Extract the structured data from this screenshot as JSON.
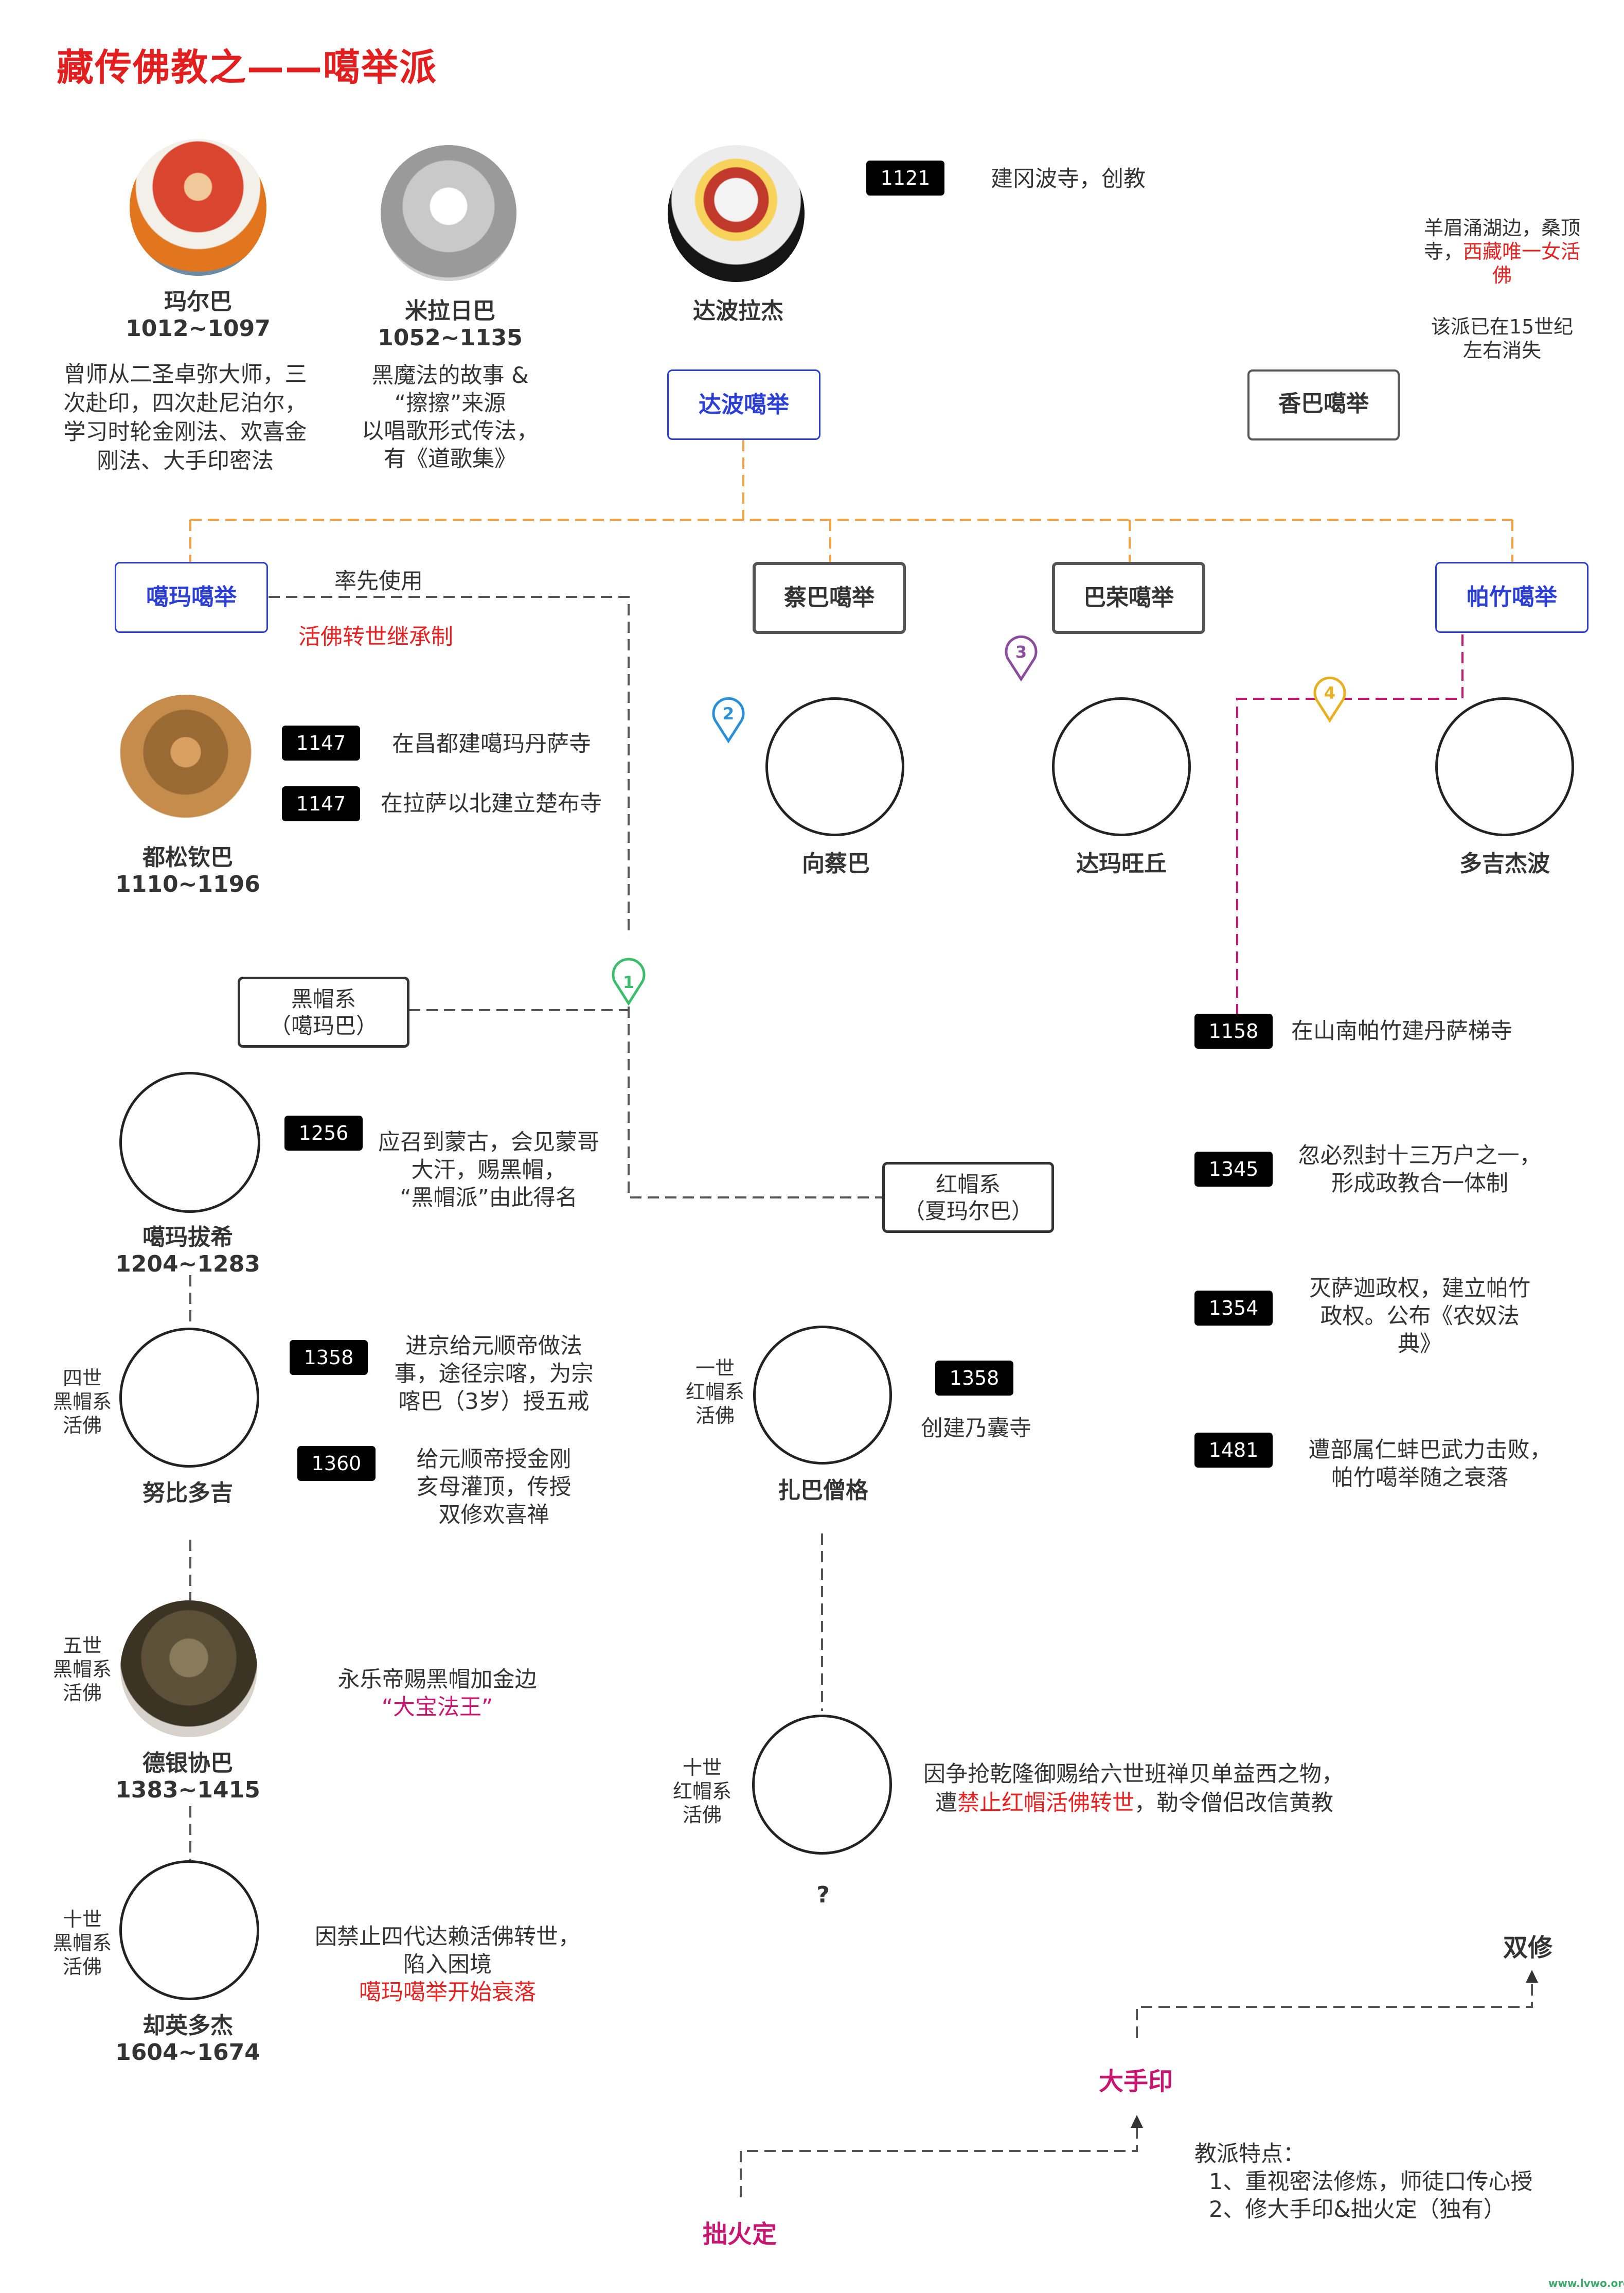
{
  "title": "藏传佛教之——噶举派",
  "founders": {
    "marpa": {
      "name": "玛尔巴",
      "years": "1012~1097",
      "desc": "曾师从二圣卓弥大师，三次赴印，四次赴尼泊尔，学习时轮金刚法、欢喜金刚法、大手印密法"
    },
    "milarepa": {
      "name": "米拉日巴",
      "years": "1052~1135",
      "desc_l1": "黑魔法的故事 &",
      "desc_l2": "“擦擦”来源",
      "desc_l3": "以唱歌形式传法，",
      "desc_l4": "有《道歌集》"
    },
    "gampopa": {
      "name": "达波拉杰"
    }
  },
  "event_1121": {
    "year": "1121",
    "text": "建冈波寺，创教"
  },
  "shangpa": {
    "note_l1": "羊眉涌湖边，桑顶",
    "note_l2a": "寺，",
    "note_l2b": "西藏唯一女活",
    "note_l3": "佛",
    "note_l4": "该派已在15世纪",
    "note_l5": "左右消失",
    "box": "香巴噶举"
  },
  "dakpo_box": "达波噶举",
  "branches": {
    "karma": "噶玛噶举",
    "tsalpa": "蔡巴噶举",
    "barom": "巴荣噶举",
    "phagdru": "帕竹噶举"
  },
  "karma_notes": {
    "first_use": "率先使用",
    "reincarnation": "活佛转世继承制"
  },
  "dusum": {
    "name": "都松钦巴",
    "years": "1110~1196"
  },
  "events_1147": [
    {
      "year": "1147",
      "text": "在昌都建噶玛丹萨寺"
    },
    {
      "year": "1147",
      "text": "在拉萨以北建立楚布寺"
    }
  ],
  "masters": {
    "zhang": "向蔡巴",
    "darma": "达玛旺丘",
    "dorje": "多吉杰波"
  },
  "pins": {
    "p1": "1",
    "p2": "2",
    "p3": "3",
    "p4": "4"
  },
  "black_hat": {
    "l1": "黑帽系",
    "l2": "（噶玛巴）"
  },
  "red_hat": {
    "l1": "红帽系",
    "l2": "（夏玛尔巴）"
  },
  "karma_pakshi": {
    "name": "噶玛拔希",
    "years": "1204~1283",
    "year": "1256",
    "l1": "应召到蒙古，会见蒙哥",
    "l2": "大汗，赐黑帽，",
    "l3": "“黑帽派”由此得名"
  },
  "rolpe": {
    "gen_l1": "四世",
    "gen_l2": "黑帽系",
    "gen_l3": "活佛",
    "name": "努比多吉",
    "e1_year": "1358",
    "e1_l1": "进京给元顺帝做法",
    "e1_l2": "事，途径宗喀，为宗",
    "e1_l3": "喀巴（3岁）授五戒",
    "e2_year": "1360",
    "e2_l1": "给元顺帝授金刚",
    "e2_l2": "亥母灌顶，传授",
    "e2_l3": "双修欢喜禅"
  },
  "dezhin": {
    "gen_l1": "五世",
    "gen_l2": "黑帽系",
    "gen_l3": "活佛",
    "name": "德银协巴",
    "years": "1383~1415",
    "l1": "永乐帝赐黑帽加金边",
    "l2": "“大宝法王”"
  },
  "choying": {
    "gen_l1": "十世",
    "gen_l2": "黑帽系",
    "gen_l3": "活佛",
    "name": "却英多杰",
    "years": "1604~1674",
    "l1": "因禁止四代达赖活佛转世，",
    "l2": "陷入困境",
    "l3": "噶玛噶举开始衰落"
  },
  "drakpa": {
    "gen_l1": "一世",
    "gen_l2": "红帽系",
    "gen_l3": "活佛",
    "name": "扎巴僧格",
    "year": "1358",
    "text": "创建乃囊寺"
  },
  "red_tenth": {
    "gen_l1": "十世",
    "gen_l2": "红帽系",
    "gen_l3": "活佛",
    "name": "?",
    "l1": "因争抢乾隆御赐给六世班禅贝单益西之物，",
    "l2a": "遭",
    "l2b": "禁止红帽活佛转世",
    "l2c": "，勒令僧侣改信黄教"
  },
  "phagdru_events": [
    {
      "year": "1158",
      "l1": "在山南帕竹建丹萨梯寺",
      "l2": "",
      "l3": ""
    },
    {
      "year": "1345",
      "l1": "忽必烈封十三万户之一，",
      "l2": "形成政教合一体制",
      "l3": ""
    },
    {
      "year": "1354",
      "l1": "灭萨迦政权，建立帕竹",
      "l2": "政权。公布《农奴法",
      "l3": "典》"
    },
    {
      "year": "1481",
      "l1": "遭部属仁蚌巴武力击败，",
      "l2": "帕竹噶举随之衰落",
      "l3": ""
    }
  ],
  "practice": {
    "tummo": "拙火定",
    "mahamudra": "大手印",
    "dual": "双修"
  },
  "features": {
    "title": "教派特点：",
    "f1": "1、重视密法修炼，师徒口传心授",
    "f2": "2、修大手印&拙火定（独有）"
  },
  "watermark": "www.lvwo.org",
  "colors": {
    "title": "#e21e1e",
    "blue": "#2b3fd6",
    "magenta": "#c8156f",
    "orange": "#f0a040",
    "pink": "#c8156f"
  }
}
